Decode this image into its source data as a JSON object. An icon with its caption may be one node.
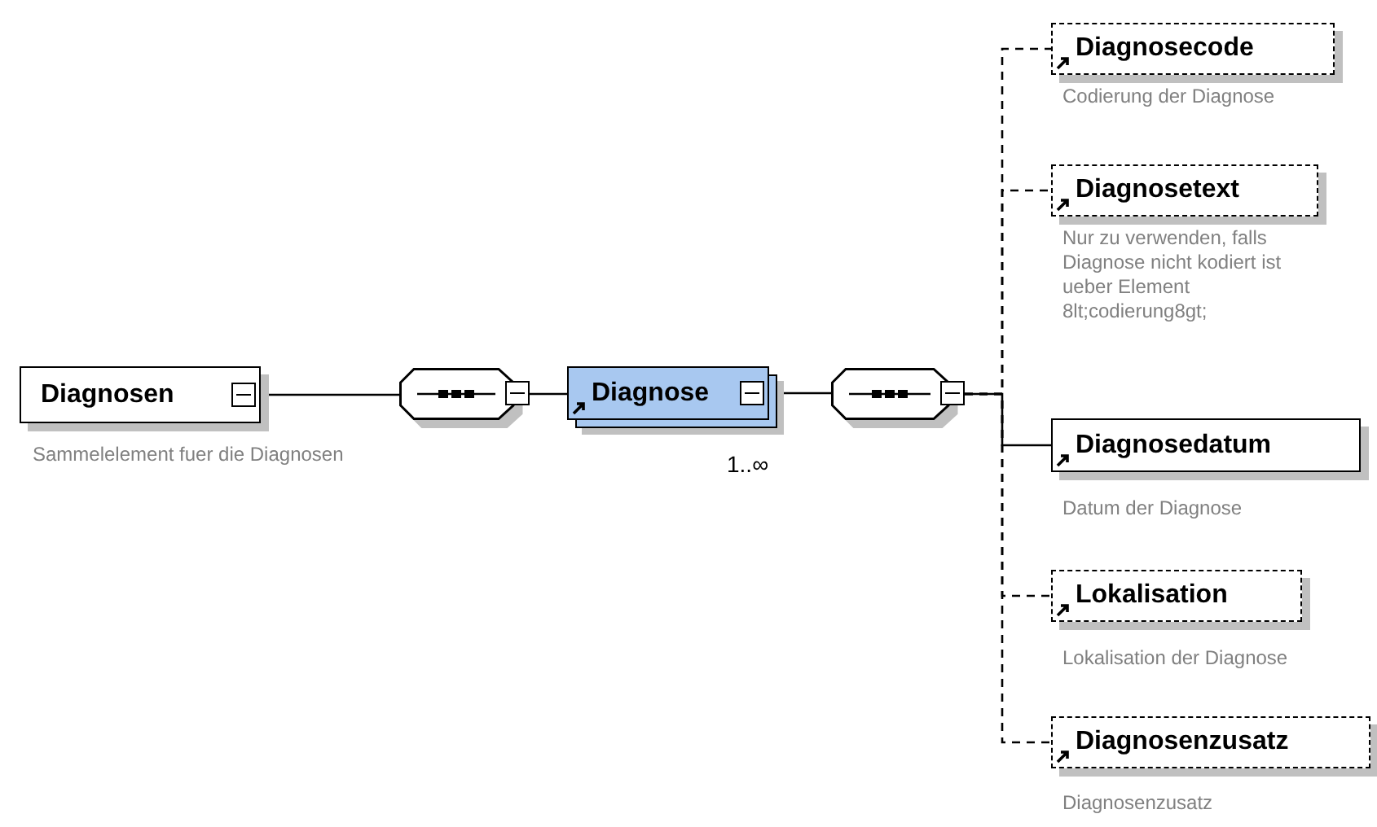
{
  "diagram": {
    "nodes": [
      {
        "text": [
          "Diagnosen"
        ],
        "beside": [
          "Sammelelement fuer die Diagnosen"
        ]
      },
      {
        "text": [],
        "shape": "octagon"
      },
      {
        "text": [
          "Diagnose"
        ],
        "beside": [
          "1..∞"
        ]
      },
      {
        "text": [],
        "shape": "octagon"
      },
      {
        "text": [
          "Diagnosecode"
        ],
        "beside": [
          "Codierung der Diagnose"
        ]
      },
      {
        "text": [
          "Diagnosetext"
        ],
        "beside": [
          "Nur zu verwenden, falls Diagnose nicht kodiert ist ueber Element 8lt;codierung8gt;"
        ]
      },
      {
        "text": [
          "Diagnosedatum"
        ],
        "beside": [
          "Datum der Diagnose"
        ]
      },
      {
        "text": [
          "Lokalisation"
        ],
        "beside": [
          "Lokalisation der Diagnose"
        ]
      },
      {
        "text": [
          "Diagnosenzusatz"
        ],
        "beside": [
          "Diagnosenzusatz"
        ]
      }
    ],
    "edges": [
      {
        "from": 0,
        "to": 1,
        "arrow": "none"
      },
      {
        "from": 1,
        "to": 2,
        "arrow": "none"
      },
      {
        "from": 2,
        "to": 3,
        "arrow": "none"
      },
      {
        "from": 3,
        "to": 4,
        "arrow": "none",
        "style": "dashed"
      },
      {
        "from": 3,
        "to": 5,
        "arrow": "none",
        "style": "dashed"
      },
      {
        "from": 3,
        "to": 6,
        "arrow": "none"
      },
      {
        "from": 3,
        "to": 7,
        "arrow": "none",
        "style": "dashed"
      },
      {
        "from": 3,
        "to": 8,
        "arrow": "none",
        "style": "dashed"
      }
    ]
  }
}
